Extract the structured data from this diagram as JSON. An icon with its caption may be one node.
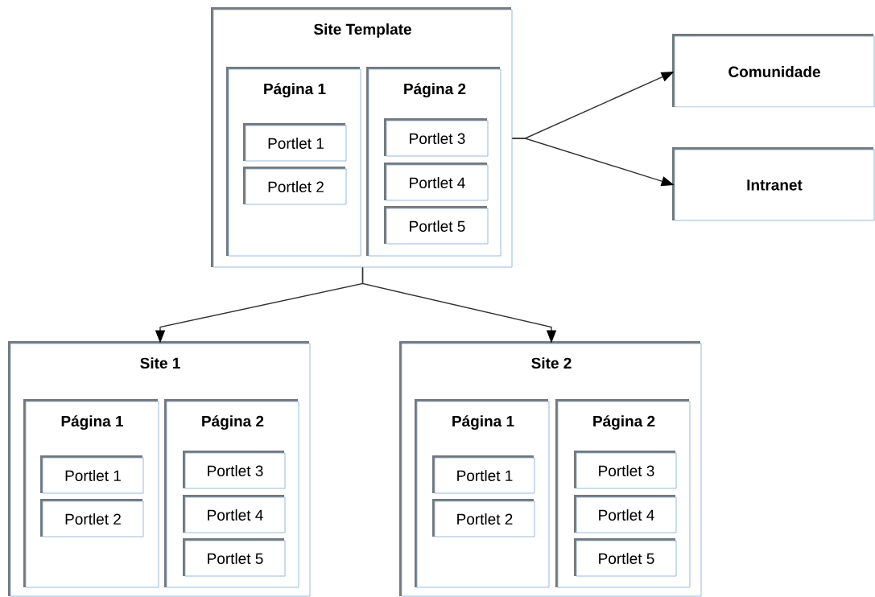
{
  "diagram": {
    "nodes": [
      {
        "text": [
          "Site Template"
        ]
      },
      {
        "text": [
          "Página 1"
        ],
        "in": 0
      },
      {
        "text": [
          "Portlet 1"
        ],
        "in": 1
      },
      {
        "text": [
          "Portlet 2"
        ],
        "in": 1
      },
      {
        "text": [
          "Página 2"
        ],
        "in": 0
      },
      {
        "text": [
          "Portlet 3"
        ],
        "in": 4
      },
      {
        "text": [
          "Portlet 4"
        ],
        "in": 4
      },
      {
        "text": [
          "Portlet 5"
        ],
        "in": 4
      },
      {
        "text": [
          "Comunidade"
        ]
      },
      {
        "text": [
          "Intranet"
        ]
      },
      {
        "text": [
          "Site 1"
        ]
      },
      {
        "text": [
          "Página 1"
        ],
        "in": 10
      },
      {
        "text": [
          "Portlet 1"
        ],
        "in": 11
      },
      {
        "text": [
          "Portlet 2"
        ],
        "in": 11
      },
      {
        "text": [
          "Página 2"
        ],
        "in": 10
      },
      {
        "text": [
          "Portlet 3"
        ],
        "in": 14
      },
      {
        "text": [
          "Portlet 4"
        ],
        "in": 14
      },
      {
        "text": [
          "Portlet 5"
        ],
        "in": 14
      },
      {
        "text": [
          "Site 2"
        ]
      },
      {
        "text": [
          "Página 1"
        ],
        "in": 18
      },
      {
        "text": [
          "Portlet 1"
        ],
        "in": 19
      },
      {
        "text": [
          "Portlet 2"
        ],
        "in": 19
      },
      {
        "text": [
          "Página 2"
        ],
        "in": 18
      },
      {
        "text": [
          "Portlet 3"
        ],
        "in": 22
      },
      {
        "text": [
          "Portlet 4"
        ],
        "in": 22
      },
      {
        "text": [
          "Portlet 5"
        ],
        "in": 22
      }
    ],
    "edges": [
      {
        "from": 0,
        "to": 8,
        "arrow": "to"
      },
      {
        "from": 0,
        "to": 9,
        "arrow": "to"
      },
      {
        "from": 0,
        "to": 10,
        "arrow": "to"
      },
      {
        "from": 0,
        "to": 18,
        "arrow": "to"
      }
    ]
  }
}
